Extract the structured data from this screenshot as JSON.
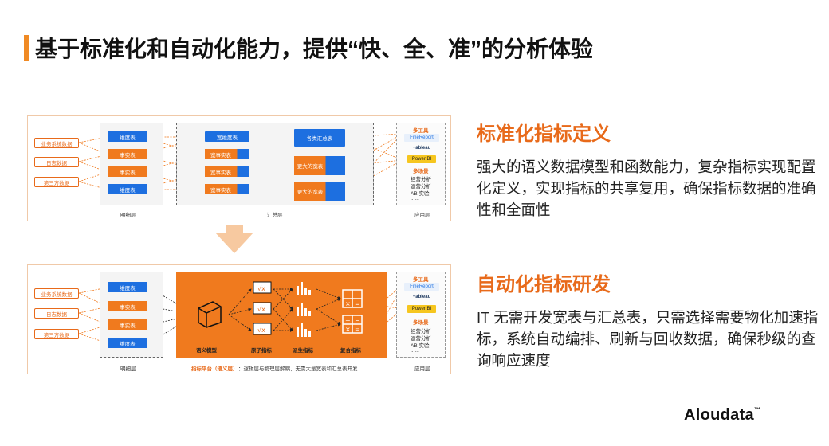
{
  "title": "基于标准化和自动化能力，提供“快、全、准”的分析体验",
  "sections": [
    {
      "title": "标准化指标定义",
      "body": "强大的语义数据模型和函数能力，复杂指标实现配置化定义，实现指标的共享复用，确保指标数据的准确性和全面性"
    },
    {
      "title": "自动化指标研发",
      "body": "IT 无需开发宽表与汇总表，只需选择需要物化加速指标，系统自动编排、刷新与回收数据，确保秒级的查询响应速度"
    }
  ],
  "diagram1": {
    "sources": [
      "业务系统数据",
      "日志数据",
      "第三方数据"
    ],
    "detail_tables": [
      "维度表",
      "事实表",
      "事实表",
      "维度表"
    ],
    "summary_left": [
      "宽维度表",
      "宽事实表",
      "宽事实表",
      "宽事实表"
    ],
    "summary_right": [
      "各类汇总表",
      "更大的宽表",
      "更大的宽表"
    ],
    "layer_detail": "明细层",
    "layer_summary": "汇总层",
    "layer_app": "应用层"
  },
  "diagram2": {
    "sources": [
      "业务系统数据",
      "日志数据",
      "第三方数据"
    ],
    "detail_tables": [
      "维度表",
      "事实表",
      "事实表",
      "维度表"
    ],
    "stages": [
      "语义模型",
      "原子指标",
      "派生指标",
      "复合指标"
    ],
    "platform_label": "指标平台（语义层）",
    "platform_note": "：逻辑层与物理层解耦，无需大量宽表和汇总表开发",
    "layer_detail": "明细层",
    "layer_app": "应用层"
  },
  "app_layer": {
    "tools_head": "多工具",
    "tools": [
      "FineReport",
      "+ableau",
      "Power BI"
    ],
    "scenes_head": "多场景",
    "scenes": [
      "经营分析",
      "运营分析",
      "AB 实验",
      "......"
    ]
  },
  "logo": "Aloudata",
  "logo_tm": "™",
  "colors": {
    "accent": "#e86a1a",
    "blue": "#1d6fe0",
    "orange": "#f07a1e"
  }
}
